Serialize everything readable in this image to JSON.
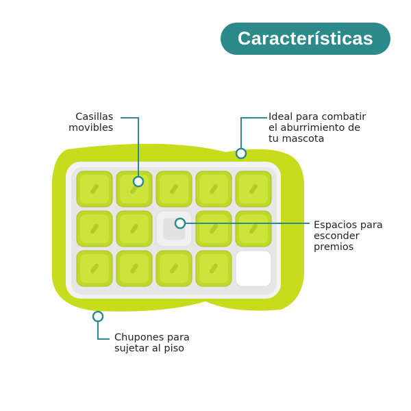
{
  "header": {
    "title": "Características"
  },
  "callouts": {
    "casillas": "Casillas\nmovibles",
    "ideal": "Ideal para combatir\nel aburrimiento de\ntu mascota",
    "espacios": "Espacios para\nesconder\npremios",
    "chupones": "Chupones para\nsujetar al piso"
  },
  "colors": {
    "accent": "#2d8a8a",
    "toy_frame": "#c8dc1e",
    "tile": "#bfd82a",
    "tray": "#f2f2f2"
  },
  "product": {
    "grid_rows": 3,
    "grid_cols": 5,
    "empty_cells": [
      [
        1,
        2
      ],
      [
        2,
        4
      ]
    ]
  }
}
